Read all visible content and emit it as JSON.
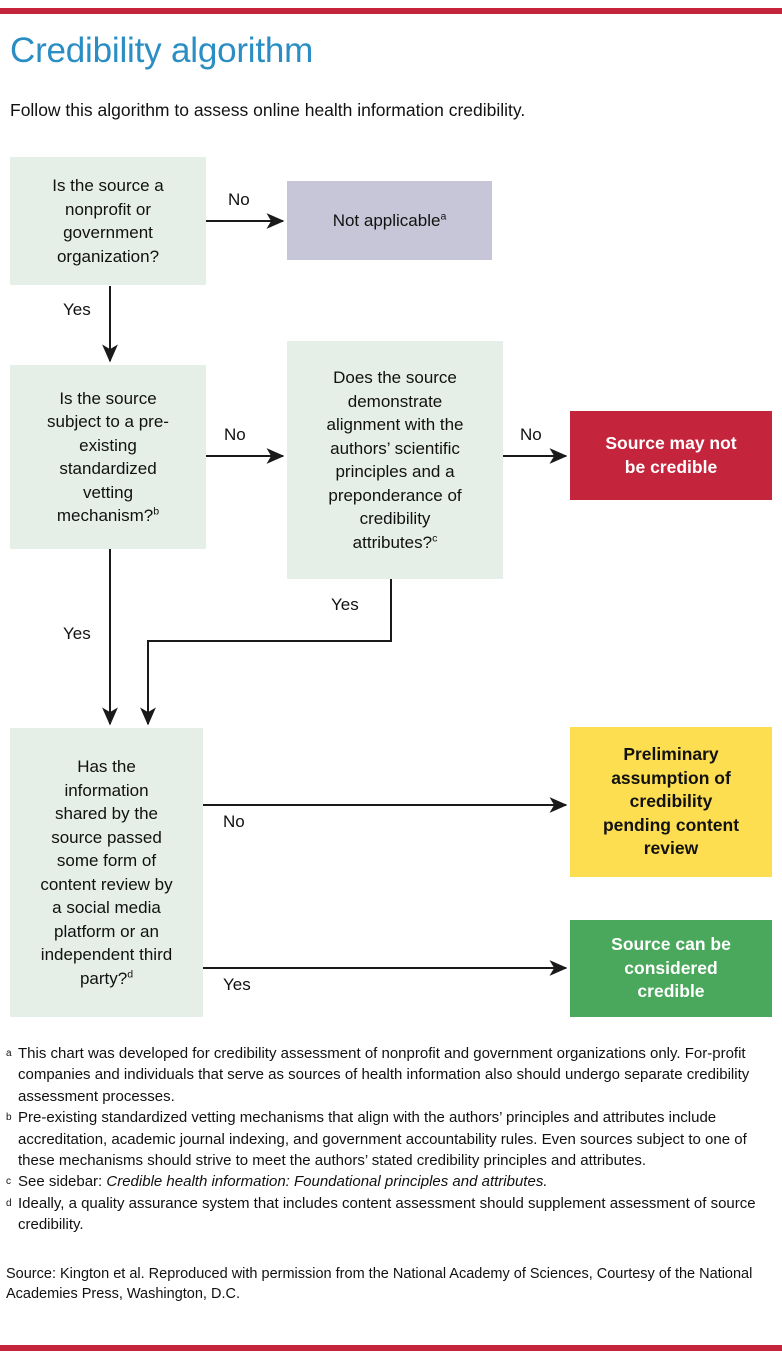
{
  "header": {
    "rule_color": "#c4253c",
    "title": "Credibility algorithm",
    "title_color": "#2a8ec4",
    "subtitle": "Follow this algorithm to assess online health information credibility."
  },
  "chart_data": {
    "type": "diagram",
    "title": "Credibility algorithm",
    "nodes": [
      {
        "id": "q1",
        "kind": "question",
        "color": "#e6efe7",
        "text": "Is the source a nonprofit or government organization?"
      },
      {
        "id": "t1",
        "kind": "terminal",
        "color": "#c7c6d8",
        "text": "Not applicable",
        "superscript": "a"
      },
      {
        "id": "q2",
        "kind": "question",
        "color": "#e6efe7",
        "text": "Is the source subject to a pre-existing standardized vetting mechanism?",
        "superscript": "b"
      },
      {
        "id": "q3",
        "kind": "question",
        "color": "#e6efe7",
        "text": "Does the source demonstrate alignment with the authors’ scientific principles and a preponderance of credibility attributes?",
        "superscript": "c"
      },
      {
        "id": "t2",
        "kind": "terminal",
        "color": "#c4253c",
        "text": "Source may not be credible"
      },
      {
        "id": "q4",
        "kind": "question",
        "color": "#e6efe7",
        "text": "Has the information shared by the source passed some form of content review by a social media platform or an independent third party?",
        "superscript": "d"
      },
      {
        "id": "t3",
        "kind": "terminal",
        "color": "#fdde50",
        "text": "Preliminary assumption of credibility pending content review"
      },
      {
        "id": "t4",
        "kind": "terminal",
        "color": "#4aa85c",
        "text": "Source can be considered credible"
      }
    ],
    "edges": [
      {
        "from": "q1",
        "to": "t1",
        "label": "No"
      },
      {
        "from": "q1",
        "to": "q2",
        "label": "Yes"
      },
      {
        "from": "q2",
        "to": "q3",
        "label": "No"
      },
      {
        "from": "q2",
        "to": "q4",
        "label": "Yes"
      },
      {
        "from": "q3",
        "to": "t2",
        "label": "No"
      },
      {
        "from": "q3",
        "to": "q4",
        "label": "Yes"
      },
      {
        "from": "q4",
        "to": "t3",
        "label": "No"
      },
      {
        "from": "q4",
        "to": "t4",
        "label": "Yes"
      }
    ]
  },
  "boxes": {
    "q1_l1": "Is the source a",
    "q1_l2": "nonprofit or",
    "q1_l3": "government",
    "q1_l4": "organization?",
    "t1_text": "Not applicable",
    "t1_sup": "a",
    "q2_l1": "Is the source",
    "q2_l2": "subject to a pre-",
    "q2_l3": "existing",
    "q2_l4": "standardized",
    "q2_l5": "vetting",
    "q2_l6": "mechanism?",
    "q2_sup": "b",
    "q3_l1": "Does the source",
    "q3_l2": "demonstrate",
    "q3_l3": "alignment with the",
    "q3_l4": "authors’ scientific",
    "q3_l5": "principles and a",
    "q3_l6": "preponderance of",
    "q3_l7": "credibility",
    "q3_l8": "attributes?",
    "q3_sup": "c",
    "t2_l1": "Source may not",
    "t2_l2": "be credible",
    "q4_l1": "Has the",
    "q4_l2": "information",
    "q4_l3": "shared by the",
    "q4_l4": "source passed",
    "q4_l5": "some form of",
    "q4_l6": "content review by",
    "q4_l7": "a social media",
    "q4_l8": "platform or an",
    "q4_l9": "independent third",
    "q4_l10": "party?",
    "q4_sup": "d",
    "t3_l1": "Preliminary",
    "t3_l2": "assumption of",
    "t3_l3": "credibility",
    "t3_l4": "pending content",
    "t3_l5": "review",
    "t4_l1": "Source can be",
    "t4_l2": "considered",
    "t4_l3": "credible"
  },
  "edge_labels": {
    "q1_no": "No",
    "q1_yes": "Yes",
    "q2_no": "No",
    "q2_yes": "Yes",
    "q3_no": "No",
    "q3_yes": "Yes",
    "q4_no": "No",
    "q4_yes": "Yes"
  },
  "footnotes": [
    {
      "mark": "a",
      "text": "This chart was developed for credibility assessment of nonprofit and government organizations only. For-profit companies and individuals that serve as sources of health information also should undergo separate credibility assessment processes."
    },
    {
      "mark": "b",
      "text": "Pre-existing standardized vetting mechanisms that align with the authors’ principles and attrib­utes include accreditation, academic journal indexing, and government accountability rules. Even sources subject to one of these mechanisms should strive to meet the authors’ stated cred­ibility principles and attributes."
    },
    {
      "mark": "c",
      "text_before": "See sidebar: ",
      "italic": "Credible health information: Foundational principles and attributes.",
      "text_after": ""
    },
    {
      "mark": "d",
      "text": "Ideally, a quality assurance system that includes content assessment should supplement assess­ment of source credibility."
    }
  ],
  "source_note": "Source: Kington et al. Reproduced with permission from the National Academy of Sciences, Courtesy of the National Academies Press, Washington, D.C."
}
